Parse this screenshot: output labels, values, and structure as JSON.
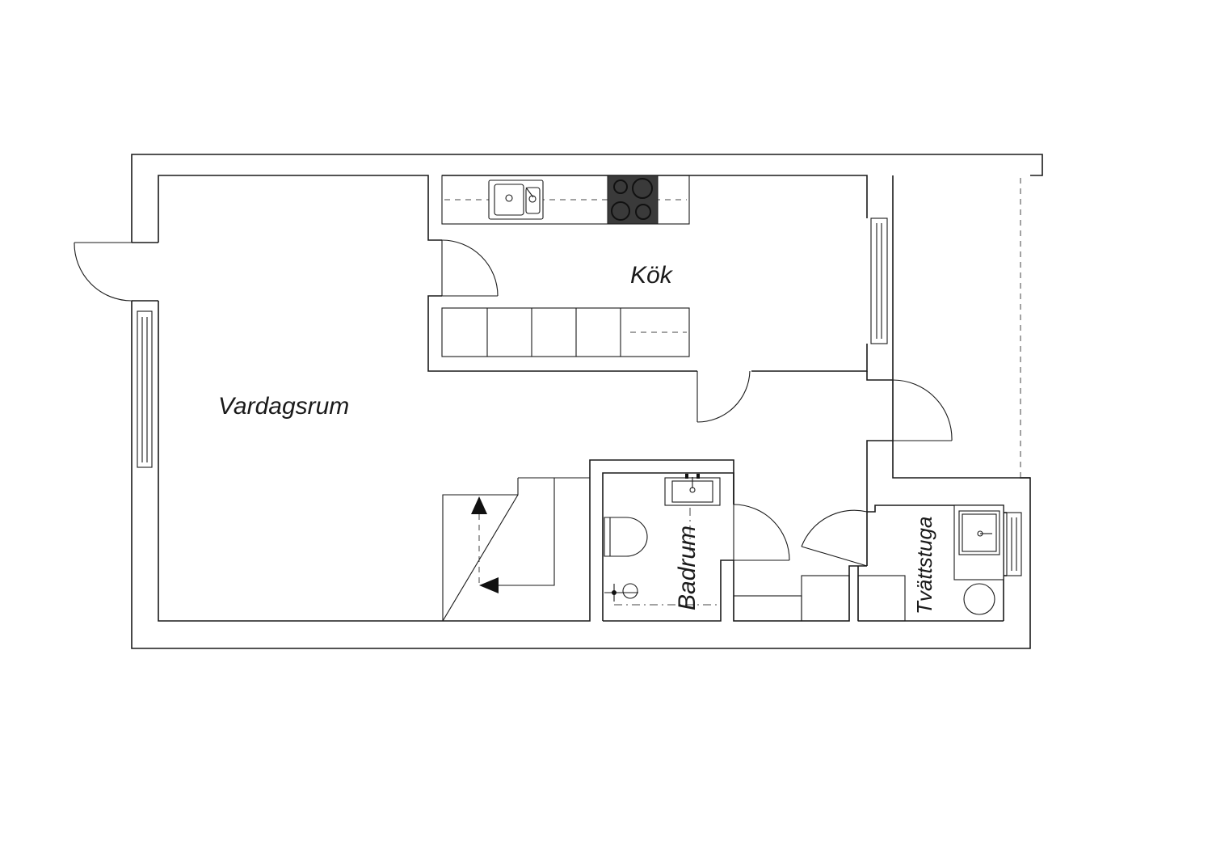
{
  "rooms": {
    "kitchen": "Kök",
    "living_room": "Vardagsrum",
    "bathroom": "Badrum",
    "laundry": "Tvättstuga"
  },
  "colors": {
    "line": "#1a1a1a",
    "stove": "#3a3a3a",
    "background": "#ffffff"
  }
}
